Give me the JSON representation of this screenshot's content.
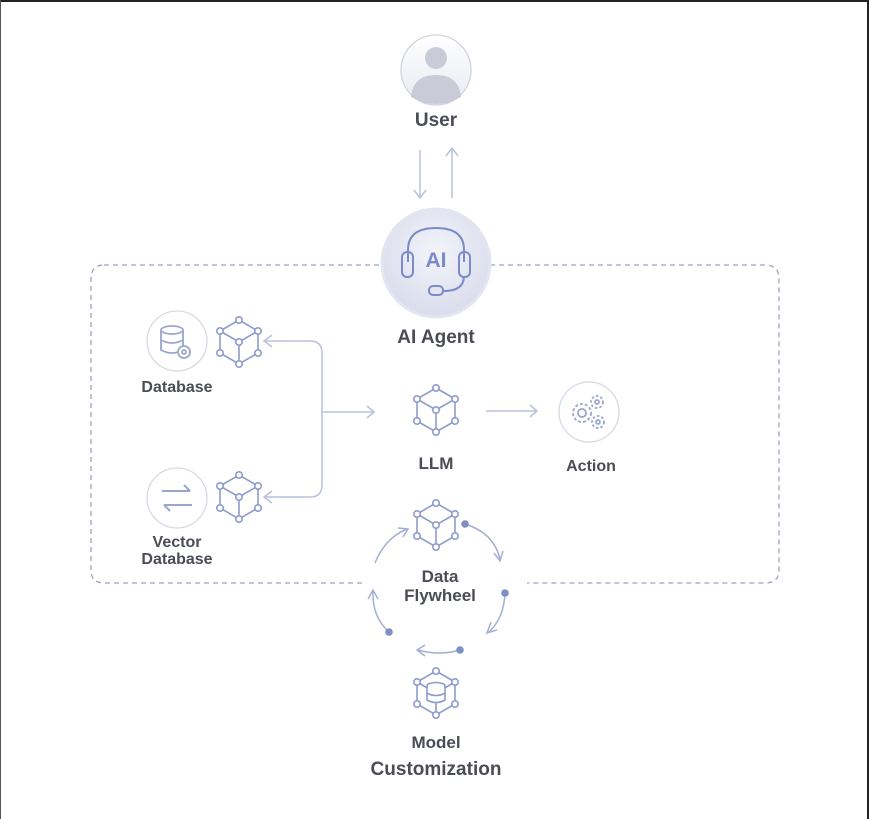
{
  "nodes": {
    "user": "User",
    "ai_agent": "AI Agent",
    "ai_badge": "AI",
    "database": "Database",
    "vector_database_line1": "Vector",
    "vector_database_line2": "Database",
    "llm": "LLM",
    "action": "Action",
    "data_flywheel_line1": "Data",
    "data_flywheel_line2": "Flywheel",
    "model_customization_line1": "Model",
    "model_customization_line2": "Customization"
  },
  "colors": {
    "line": "#b8c2da",
    "icon": "#8e9ccc",
    "dot": "#7e8fc4",
    "text": "#4a4d55",
    "dashed": "#98a4bf"
  }
}
